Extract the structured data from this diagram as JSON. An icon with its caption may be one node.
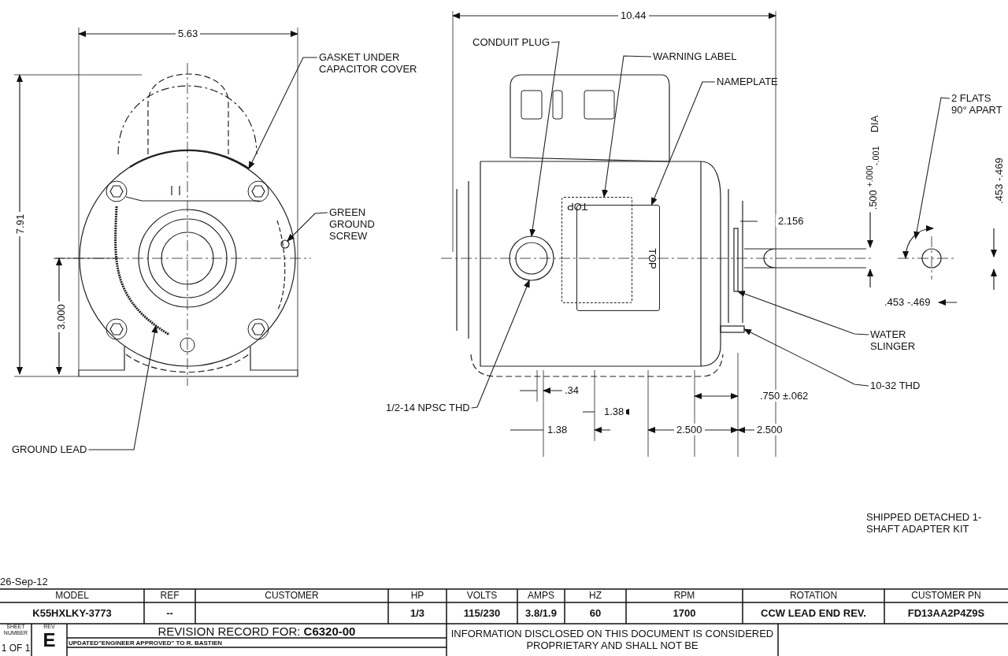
{
  "diagram": {
    "nodes": [
      {
        "text": [
          "GASKET UNDER CAPACITOR COVER"
        ]
      },
      {
        "text": [
          "GREEN GROUND SCREW"
        ]
      },
      {
        "text": [
          "GROUND LEAD"
        ]
      },
      {
        "text": [
          "CONDUIT PLUG"
        ]
      },
      {
        "text": [
          "WARNING LABEL"
        ]
      },
      {
        "text": [
          "NAMEPLATE"
        ]
      },
      {
        "text": [
          "2 FLATS 90° APART"
        ]
      },
      {
        "text": [
          "1/2-14 NPSC THD"
        ]
      },
      {
        "text": [
          "WATER SLINGER"
        ]
      },
      {
        "text": [
          "10-32 THD"
        ]
      },
      {
        "text": [
          "TOP"
        ]
      },
      {
        "text": [
          "TOP"
        ]
      },
      {
        "text": [],
        "shape": "picture"
      },
      {
        "text": [],
        "shape": "picture"
      },
      {
        "text": [],
        "shape": "circle"
      },
      {
        "text": [],
        "shape": "picture"
      },
      {
        "text": [],
        "shape": "box"
      },
      {
        "text": [],
        "shape": "box"
      },
      {
        "text": [],
        "shape": "picture"
      }
    ],
    "edges": [
      {
        "from": 0,
        "to": 13,
        "arrow": "to"
      },
      {
        "from": 1,
        "to": 14,
        "arrow": "to"
      },
      {
        "from": 2,
        "to": 12,
        "arrow": "to"
      },
      {
        "from": 3,
        "to": 15,
        "arrow": "to"
      },
      {
        "from": 4,
        "to": 10,
        "arrow": "to"
      },
      {
        "from": 5,
        "to": 11,
        "arrow": "to"
      },
      {
        "from": 6,
        "to": 18,
        "arrow": "to"
      },
      {
        "from": 7,
        "to": 15,
        "arrow": "to"
      },
      {
        "from": 8,
        "to": 17,
        "arrow": "to"
      },
      {
        "from": 9,
        "to": 16,
        "arrow": "to"
      }
    ],
    "labels": [
      "5.63",
      "7.91",
      "3.000",
      "10.44",
      ".500 $^{+.000}$$_{-.001}$",
      "DIA",
      ".453 -.469",
      "2.156",
      ".453 -.469",
      ".34",
      "1.38",
      ".750 ±.062",
      "1.38",
      "2.500",
      "2.500",
      "SHIPPED DETACHED 1- SHAFT ADAPTER KIT",
      "26-Sep-12",
      "MODEL",
      "REF",
      "CUSTOMER",
      "HP",
      "VOLTS",
      "AMPS",
      "HZ",
      "RPM",
      "ROTATION",
      "CUSTOMER PN",
      "K55HXLKY-3773",
      "--",
      "1/3",
      "115/230",
      "3.8/1.9",
      "60",
      "1700",
      "CCW LEAD END REV.",
      "FD13AA2P4Z9S",
      "SHEET NUMBER",
      "REV",
      "REVISION RECORD FOR: **C6320-00**",
      "INFORMATION DISCLOSED ON THIS DOCUMENT IS CONSIDERED PROPRIETARY AND SHALL NOT BE",
      "1 OF 1",
      "E",
      "UPDATED\"ENGINEER APPROVED\" TO R. BASTIEN"
    ]
  }
}
